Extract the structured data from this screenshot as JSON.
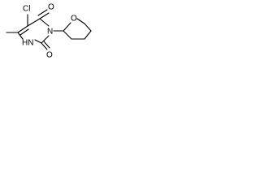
{
  "molecule": {
    "atoms": {
      "chlorine": "Cl",
      "oxygen_upper": "O",
      "nitrogen_3": "N",
      "oxygen_ring": "O",
      "nitrogen_1": "HN",
      "oxygen_lower": "O"
    }
  }
}
